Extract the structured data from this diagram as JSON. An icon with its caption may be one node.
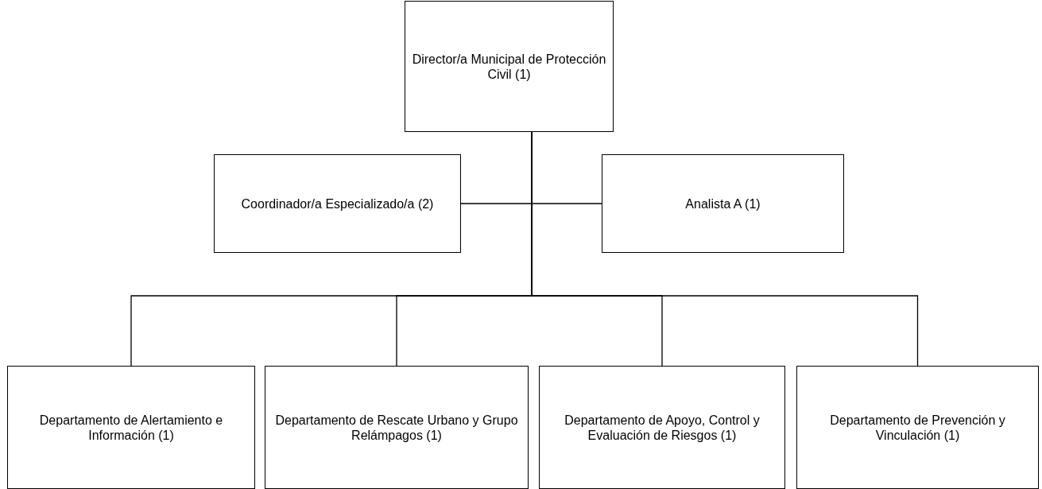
{
  "diagram": {
    "nodes": [
      {
        "text": [
          "Director/a Municipal de Protección Civil (1)"
        ]
      },
      {
        "text": [
          "Coordinador/a Especializado/a (2)"
        ]
      },
      {
        "text": [
          "Analista A (1)"
        ]
      },
      {
        "text": [
          "Departamento de Alertamiento e Información (1)"
        ]
      },
      {
        "text": [
          "Departamento de Rescate Urbano y Grupo Relámpagos (1)"
        ]
      },
      {
        "text": [
          "Departamento de Apoyo, Control y Evaluación de Riesgos (1)"
        ]
      },
      {
        "text": [
          "Departamento de Prevención y Vinculación (1)"
        ]
      }
    ],
    "edges": [
      {
        "from": 0,
        "to": 1,
        "arrow": "none"
      },
      {
        "from": 0,
        "to": 2,
        "arrow": "none"
      },
      {
        "from": 0,
        "to": 3,
        "arrow": "none"
      },
      {
        "from": 0,
        "to": 4,
        "arrow": "none"
      },
      {
        "from": 0,
        "to": 5,
        "arrow": "none"
      },
      {
        "from": 0,
        "to": 6,
        "arrow": "none"
      }
    ]
  }
}
